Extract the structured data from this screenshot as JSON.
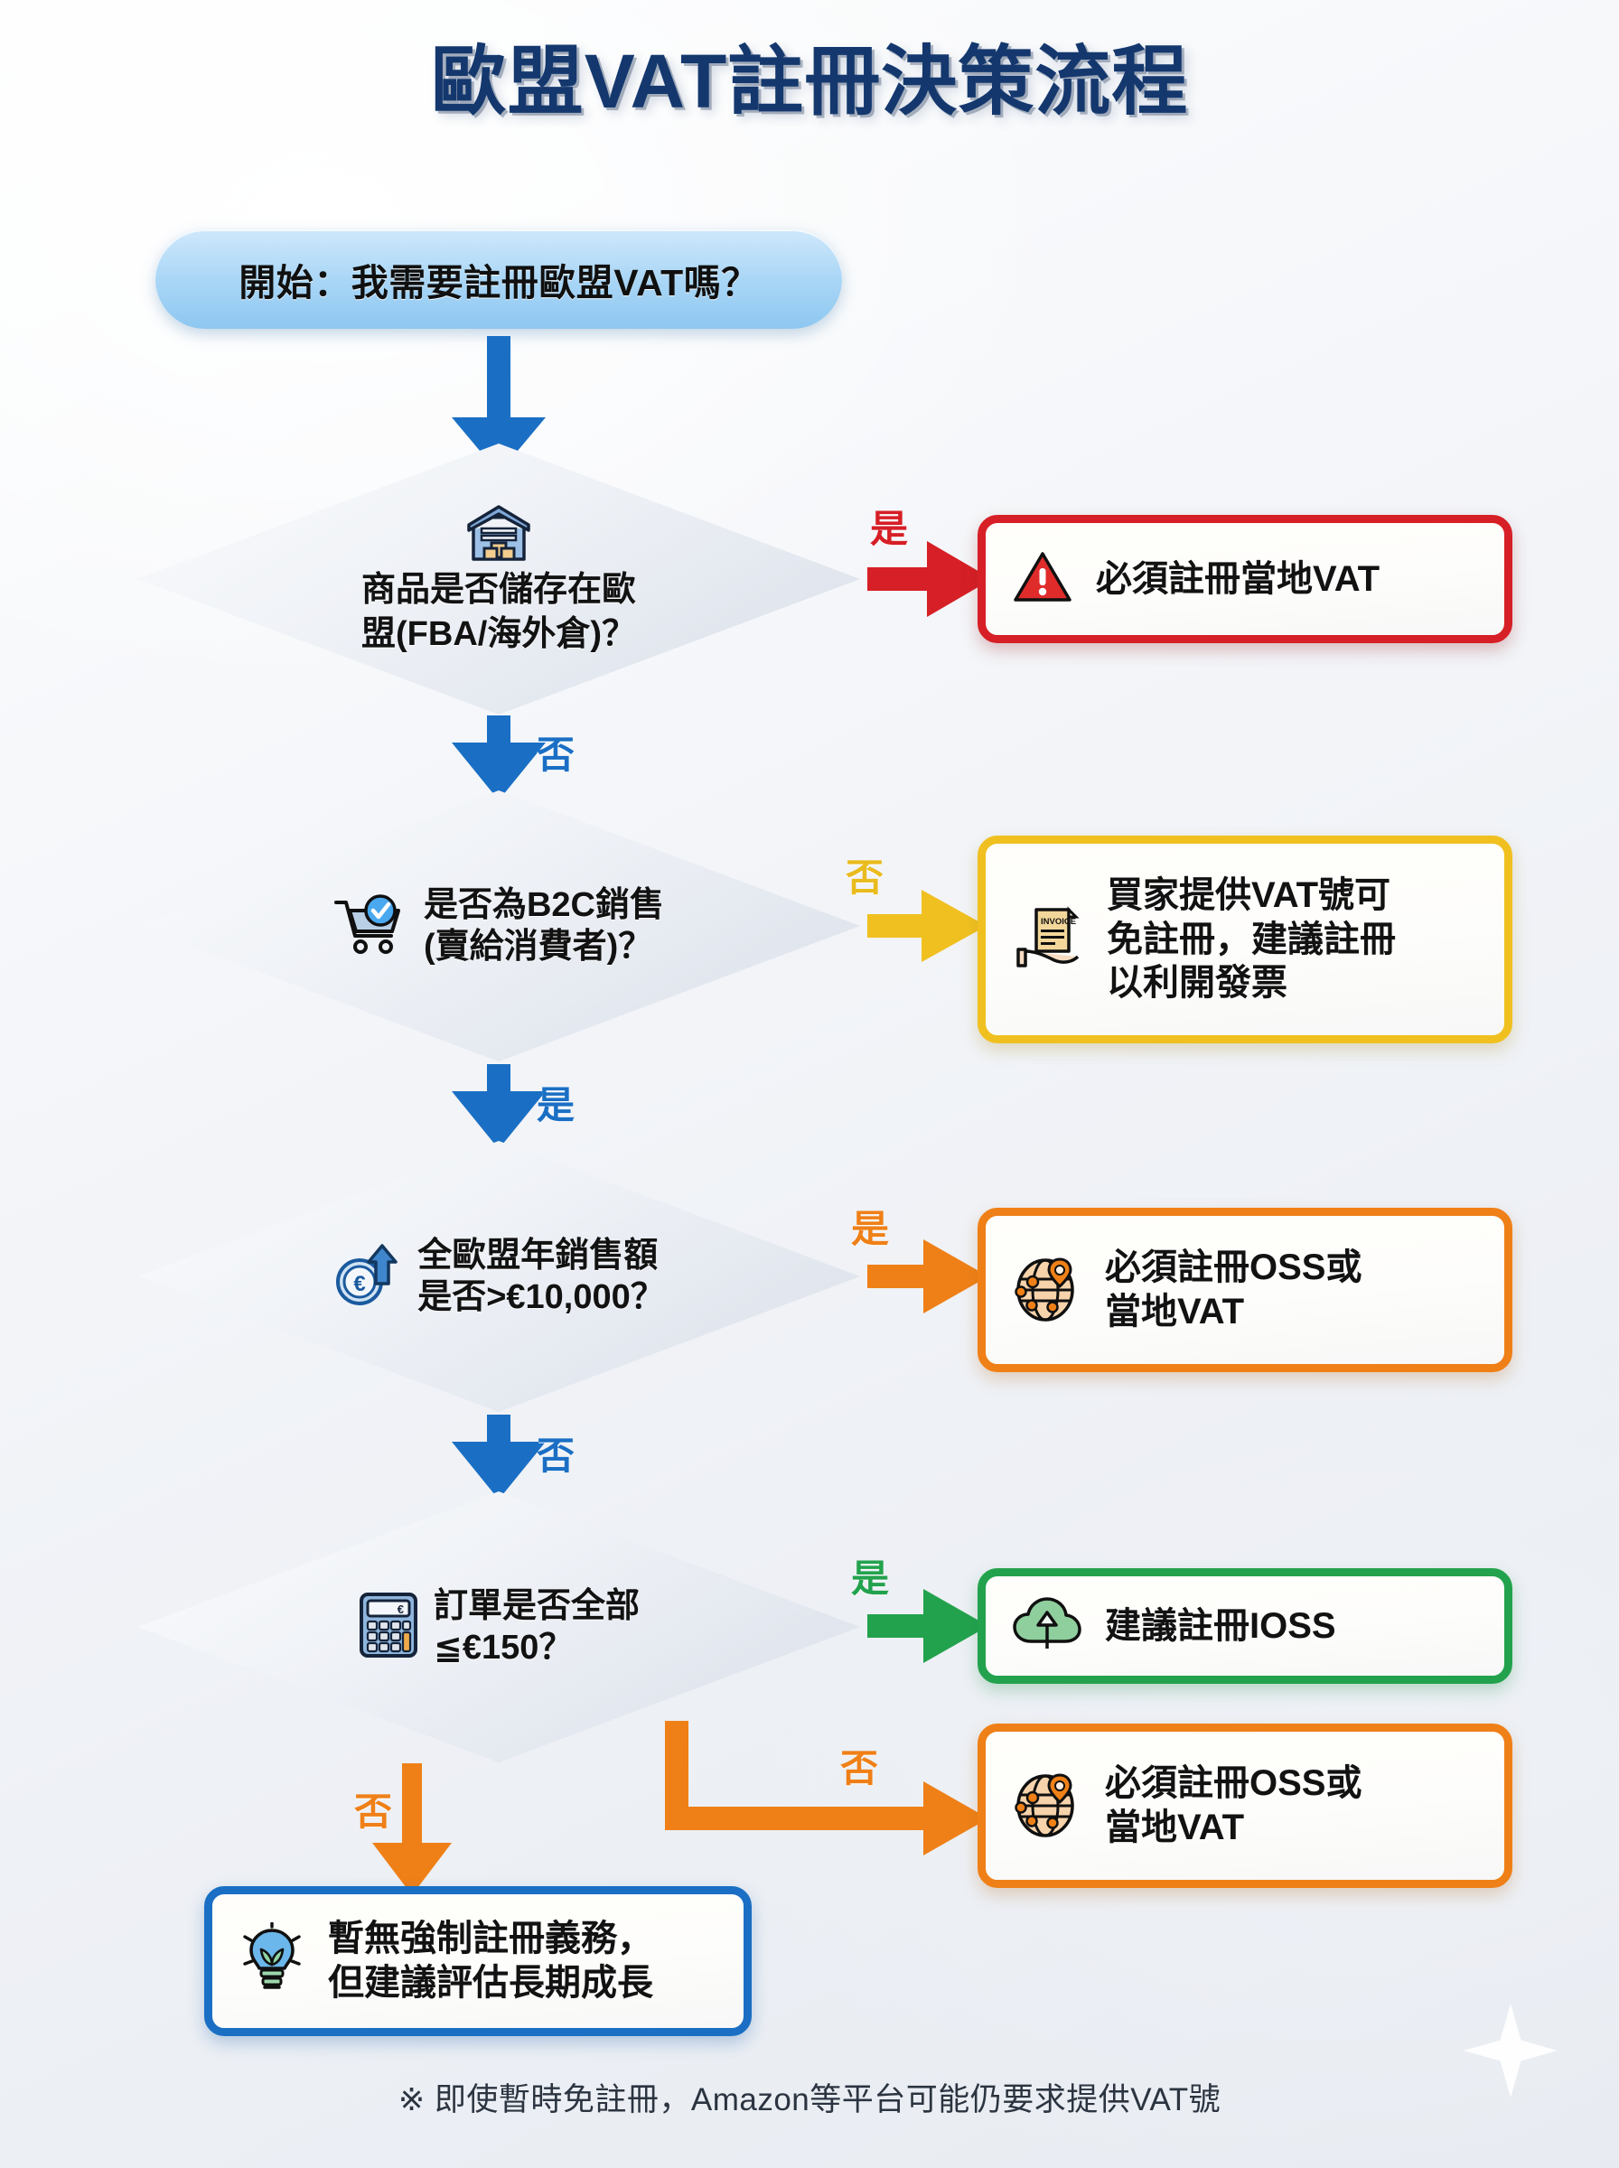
{
  "title": "歐盟VAT註冊決策流程",
  "start": {
    "label": "開始：我需要註冊歐盟VAT嗎？"
  },
  "decisions": [
    {
      "id": "storage",
      "icon": "warehouse-icon",
      "line1": "商品是否儲存在歐",
      "line2": "盟(FBA/海外倉)？"
    },
    {
      "id": "b2c",
      "icon": "shopping-cart-check-icon",
      "line1": "是否為B2C銷售",
      "line2": "(賣給消費者)？"
    },
    {
      "id": "threshold",
      "icon": "euro-coin-growth-icon",
      "line1": "全歐盟年銷售額",
      "line2": "是否>€10,000？"
    },
    {
      "id": "order-value",
      "icon": "calculator-icon",
      "line1": "訂單是否全部",
      "line2": "≦€150？"
    }
  ],
  "results": [
    {
      "id": "local-vat",
      "icon": "warning-triangle-icon",
      "line1": "必須註冊當地VAT",
      "line2": "",
      "color": "#d61f26"
    },
    {
      "id": "b2b-invoice",
      "icon": "invoice-hand-icon",
      "line1": "買家提供VAT號可",
      "line2": "免註冊，建議註冊",
      "line3": "以利開發票",
      "color": "#f0c020"
    },
    {
      "id": "oss-or-local-vat-1",
      "icon": "globe-pin-icon",
      "line1": "必須註冊OSS或",
      "line2": "當地VAT",
      "color": "#ef8017"
    },
    {
      "id": "ioss",
      "icon": "cloud-upload-icon",
      "line1": "建議註冊IOSS",
      "line2": "",
      "color": "#23a24d"
    },
    {
      "id": "oss-or-local-vat-2",
      "icon": "globe-pin-icon",
      "line1": "必須註冊OSS或",
      "line2": "當地VAT",
      "color": "#ef8017"
    },
    {
      "id": "no-obligation",
      "icon": "lightbulb-leaf-icon",
      "line1": "暫無強制註冊義務，",
      "line2": "但建議評估長期成長",
      "color": "#1a6fc4"
    }
  ],
  "branch_labels": {
    "storage_yes": "是",
    "storage_no": "否",
    "b2c_no": "否",
    "b2c_yes": "是",
    "threshold_yes": "是",
    "threshold_no": "否",
    "order_yes": "是",
    "order_no_right": "否",
    "order_no_down": "否"
  },
  "footnote": "※ 即使暫時免註冊，Amazon等平台可能仍要求提供VAT號",
  "colors": {
    "title": "#14386e",
    "start_fill": "#a9d6f6",
    "blue": "#1a6fc4",
    "red": "#d61f26",
    "yellow": "#f0c020",
    "orange": "#ef8017",
    "green": "#23a24d"
  }
}
